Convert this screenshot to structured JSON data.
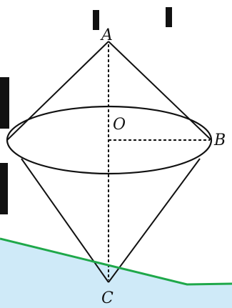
{
  "figure": {
    "points": {
      "apex_top": "A",
      "center": "O",
      "rim_point": "B",
      "apex_bottom": "C"
    }
  },
  "colors": {
    "stroke": "#111111",
    "water_fill": "#cfeaf8",
    "water_line": "#1fa84a"
  }
}
